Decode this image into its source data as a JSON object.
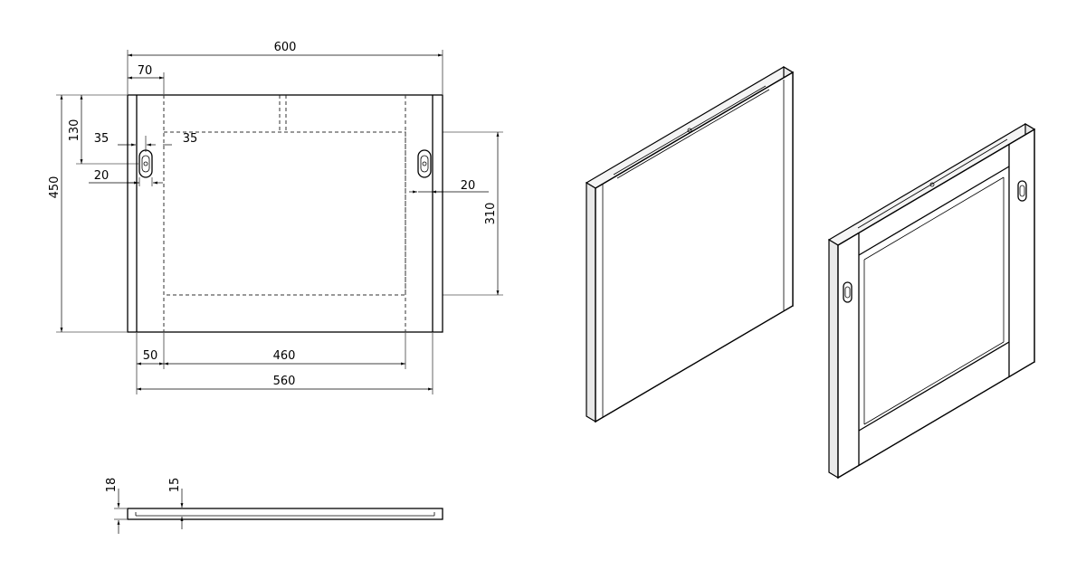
{
  "dimensions": {
    "overall_width": "600",
    "stile_width": "70",
    "overall_height": "450",
    "hole_from_top": "130",
    "hole_offset_left": "35",
    "hole_offset_right": "35",
    "hole_size_left": "20",
    "hole_size_right": "20",
    "hole_spacing_vertical": "310",
    "rail_offset": "50",
    "inner_width": "460",
    "outer_width": "560",
    "thickness_total": "18",
    "thickness_panel": "15"
  },
  "colors": {
    "line": "#000000",
    "background": "#ffffff"
  }
}
